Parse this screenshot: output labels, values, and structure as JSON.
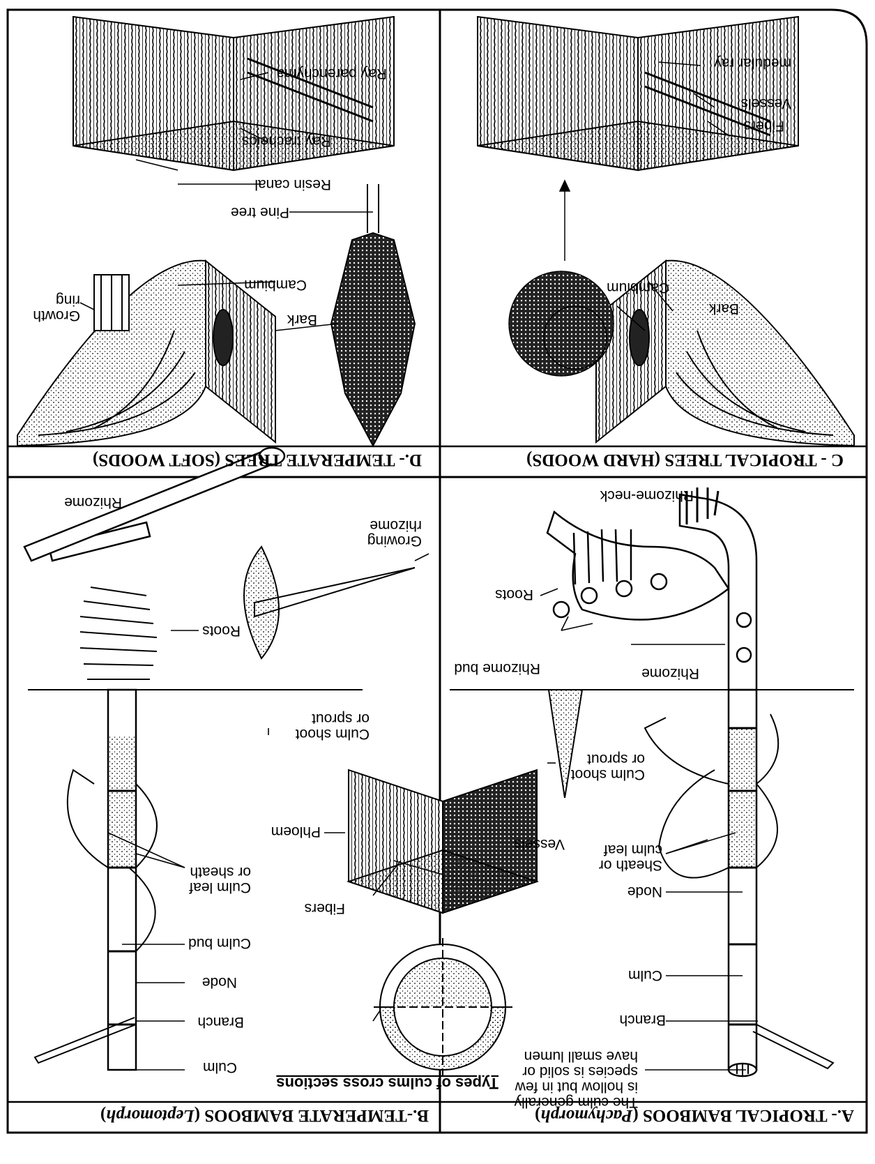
{
  "panels": {
    "A": {
      "title": "A.- TROPICAL BAMBOOS (",
      "title_italic": "Pachymorph",
      "title_end": ")",
      "labels": {
        "rhizome_neck": "Rhizome-neck",
        "roots": "Roots",
        "rhizome_bud": "Rhizome bud",
        "rhizome": "Rhizome",
        "culm_shoot_1": "Culm shoot",
        "culm_shoot_2": "or sprout",
        "sheath_1": "Sheath or",
        "sheath_2": "culm leaf",
        "node": "Node",
        "culm": "Culm",
        "branch": "Branch",
        "hollow_1": "The culm generally",
        "hollow_2": "is hollow but in few",
        "hollow_3": "species is solid or",
        "hollow_4": "have small lumen"
      }
    },
    "B": {
      "title": "B.-TEMPERATE BAMBOOS (",
      "title_italic": "Leptomorph",
      "title_end": ")",
      "labels": {
        "rhizome": "Rhizome",
        "growing_1": "Growing",
        "growing_2": "rhizome",
        "roots": "Roots",
        "culm_shoot_1": "Culm shoot",
        "culm_shoot_2": "or sprout",
        "phloem": "Phloem",
        "vessels": "Vessels",
        "fibers": "Fibers",
        "culm_leaf_1": "Culm leaf",
        "culm_leaf_2": "or sheath",
        "culm_bud": "Culm bud",
        "node": "Node",
        "branch": "Branch",
        "culm": "Culm",
        "cross_sections": "Types of culms cross sections"
      }
    },
    "C": {
      "title": "C - TROPICAL TREES (HARD WOODS)",
      "labels": {
        "medular_ray": "medular ray",
        "vessels": "Vessels",
        "fibers": "Fibers",
        "cambium": "Cambium",
        "bark": "Bark"
      }
    },
    "D": {
      "title": "D.- TEMPERATE TREES (SOFT WOODS)",
      "labels": {
        "ray_parenchyma": "Ray parenchyma",
        "ray_tracheids": "Ray tracheids",
        "resin_canal": "Resin canal",
        "pine_tree": "Pine tree",
        "cambium": "Cambium",
        "growth_1": "Growth",
        "growth_2": "ring",
        "bark": "Bark"
      }
    }
  }
}
